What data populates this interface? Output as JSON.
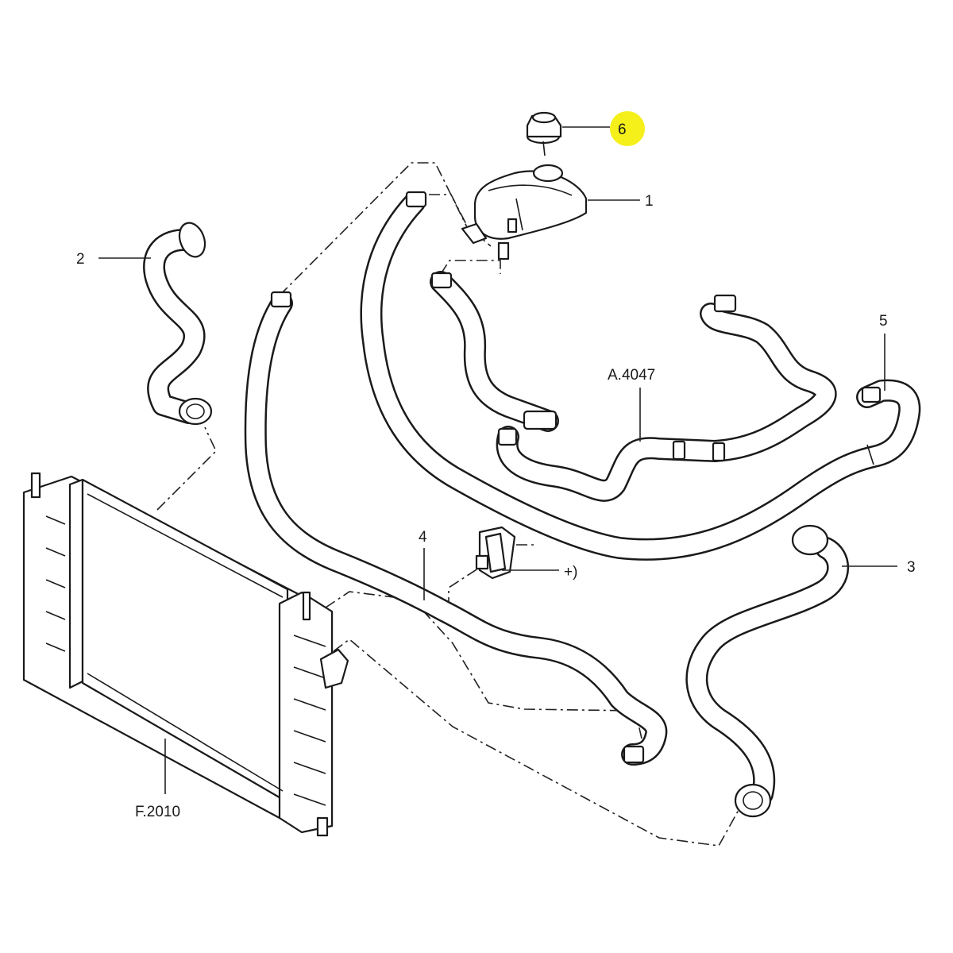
{
  "callouts": {
    "tank": "1",
    "upper_left_hose": "2",
    "lower_right_hose": "3",
    "lower_hose": "4",
    "bleed_hose": "5",
    "cap": "6",
    "heater_hoses": "A.4047",
    "radiator": "F.2010",
    "clip": "+)"
  },
  "colors": {
    "highlight": "#f5ef1a",
    "line": "#1a1a1a"
  }
}
